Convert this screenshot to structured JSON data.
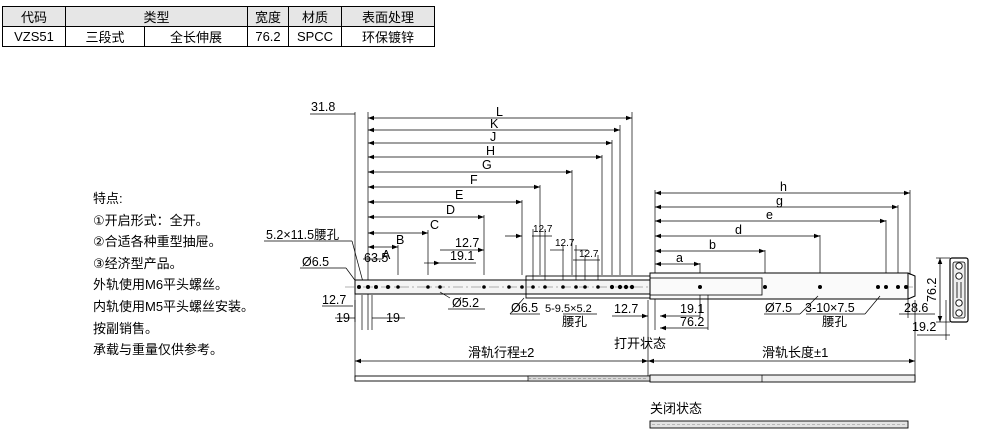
{
  "spec_table": {
    "headers": [
      "代码",
      "类型",
      "宽度",
      "材质",
      "表面处理"
    ],
    "row": [
      "VZS51",
      "三段式",
      "全长伸展",
      "76.2",
      "SPCC",
      "环保镀锌"
    ]
  },
  "features": {
    "title": "特点:",
    "items": [
      "①开启形式：全开。",
      "②合适各种重型抽屉。",
      "③经济型产品。",
      "外轨使用M6平头螺丝。",
      "内轨使用M5平头螺丝安装。",
      "按副销售。",
      "承载与重量仅供参考。"
    ]
  },
  "dimensions": {
    "top_offset": "31.8",
    "letters_left": [
      "L",
      "K",
      "J",
      "H",
      "G",
      "F",
      "E",
      "D",
      "C",
      "B",
      "A"
    ],
    "letters_right": [
      "h",
      "g",
      "e",
      "d",
      "b",
      "a"
    ],
    "slot_left": "5.2×11.5腰孔",
    "hole_6_5": "Ø6.5",
    "d_63_5": "63.5",
    "d_12_7": "12.7",
    "d_19_1": "19.1",
    "d_19": "19",
    "hole_5_2": "Ø5.2",
    "slots_mid": "5-9.5×5.2",
    "slot_word": "腰孔",
    "d_76_2": "76.2",
    "hole_7_5": "Ø7.5",
    "slots_right": "3-10×7.5",
    "d_28_6": "28.6",
    "d_19_2": "19.2",
    "travel": "滑轨行程±2",
    "length": "滑轨长度±1",
    "open_state": "打开状态",
    "closed_state": "关闭状态"
  }
}
